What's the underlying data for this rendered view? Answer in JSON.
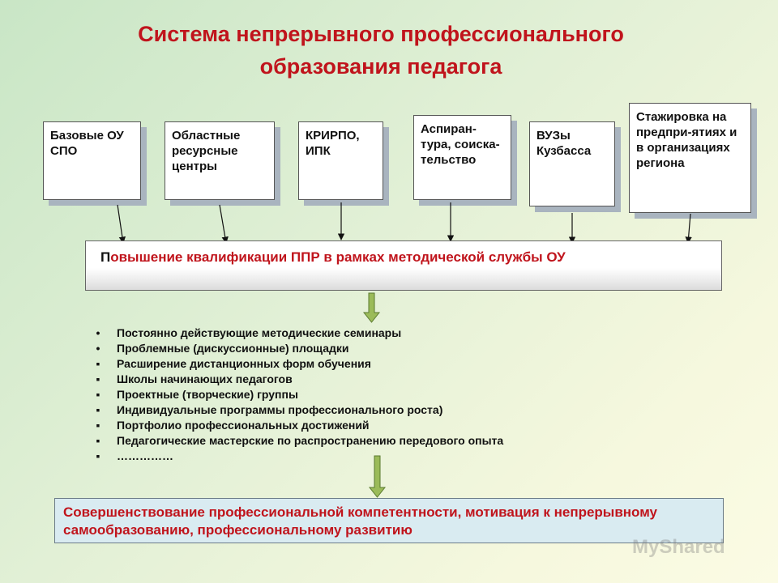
{
  "title_line1": "Система непрерывного профессионального",
  "title_line2": "образования педагога",
  "sources": [
    {
      "text": "Базовые ОУ СПО"
    },
    {
      "text": "Областные ресурсные центры"
    },
    {
      "text": "КРИРПО, ИПК"
    },
    {
      "text": "Аспиран-тура, соиска-тельство"
    },
    {
      "text": "ВУЗы Кузбасса"
    },
    {
      "text": "Стажировка на предпри-ятиях и в организациях региона"
    }
  ],
  "qualification_first_letter": "П",
  "qualification_rest": "овышение квалификации ППР в рамках методической службы ОУ",
  "bullets": [
    {
      "marker": "•",
      "text": "Постоянно действующие методические семинары"
    },
    {
      "marker": "•",
      "text": "Проблемные (дискуссионные) площадки"
    },
    {
      "marker": "▪",
      "text": "Расширение дистанционных форм обучения"
    },
    {
      "marker": "▪",
      "text": "Школы начинающих педагогов"
    },
    {
      "marker": "▪",
      "text": "Проектные (творческие) группы"
    },
    {
      "marker": "▪",
      "text": "Индивидуальные программы профессионального роста)"
    },
    {
      "marker": "▪",
      "text": "Портфолио профессиональных достижений"
    },
    {
      "marker": "▪",
      "text": "Педагогические мастерские по распространению передового опыта"
    },
    {
      "marker": "▪",
      "text": "……………"
    }
  ],
  "result_text": "Совершенствование профессиональной компетентности, мотивация к непрерывному самообразованию, профессиональному развитию",
  "watermark": "MyShared",
  "colors": {
    "title": "#c0141c",
    "arrow_fill": "#9bbb59",
    "arrow_stroke": "#5a7a2e"
  }
}
